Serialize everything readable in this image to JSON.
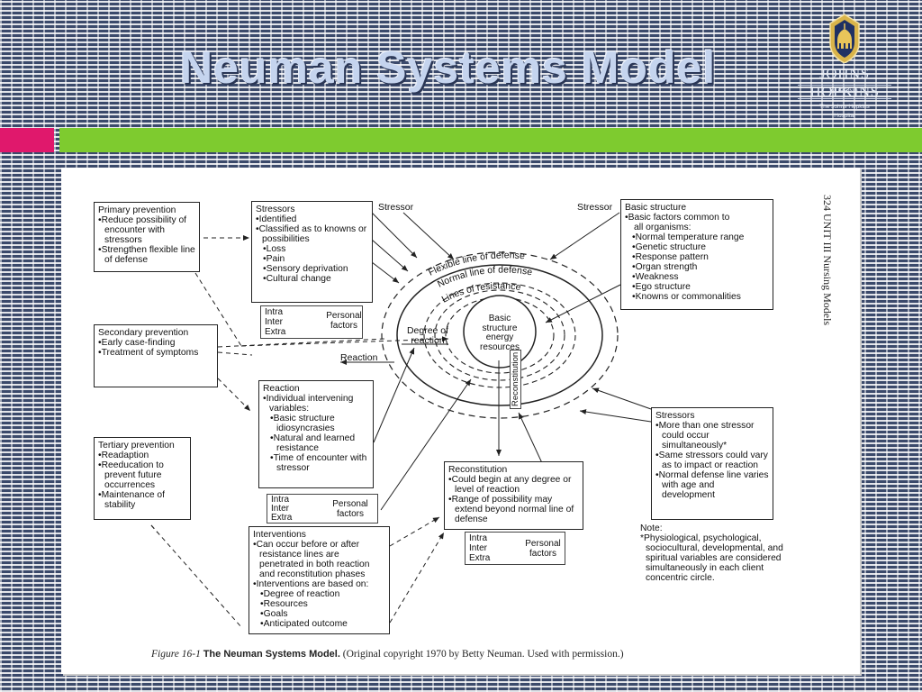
{
  "slide": {
    "title": "Neuman Systems Model",
    "logo": {
      "wordmark": "JOHNS HOPKINS",
      "line1": "NURSING",
      "line2": "The Johns Hopkins",
      "line3": "Hospital",
      "icon": "dome-seal-icon"
    },
    "colors": {
      "accent_pink": "#e0186c",
      "accent_green": "#7ecb2f",
      "title": "#c5d4ee"
    }
  },
  "figure": {
    "page_header": "324   UNIT III  Nursing Models",
    "caption_label": "Figure 16-1",
    "caption_title": "The Neuman Systems Model.",
    "caption_text": "(Original copyright 1970 by Betty Neuman. Used with permission.)",
    "primary": {
      "title": "Primary prevention",
      "items": [
        "•Reduce possibility of encounter with stressors",
        "•Strengthen flexible line of defense"
      ]
    },
    "secondary": {
      "title": "Secondary prevention",
      "items": [
        "•Early case-finding",
        "•Treatment of symptoms"
      ]
    },
    "tertiary": {
      "title": "Tertiary prevention",
      "items": [
        "•Readaption",
        "•Reeducation to prevent future occurrences",
        "•Maintenance of stability"
      ]
    },
    "stressors_left": {
      "title": "Stressors",
      "items": [
        "•Identified",
        "•Classified as to knowns or possibilities"
      ],
      "subitems": [
        "•Loss",
        "•Pain",
        "•Sensory deprivation",
        "•Cultural change"
      ]
    },
    "reaction_box": {
      "title": "Reaction",
      "items": [
        "•Individual intervening variables:"
      ],
      "subitems": [
        "•Basic structure idiosyncrasies",
        "•Natural and learned resistance",
        "•Time of encounter with stressor"
      ]
    },
    "interventions": {
      "title": "Interventions",
      "items": [
        "•Can occur before or after resistance lines are penetrated in both reaction and reconstitution phases",
        "•Interventions are based on:"
      ],
      "subitems": [
        "•Degree of reaction",
        "•Resources",
        "•Goals",
        "•Anticipated outcome"
      ]
    },
    "reconstitution_box": {
      "title": "Reconstitution",
      "items": [
        "•Could begin at any degree or level of reaction",
        "•Range of possibility may extend beyond normal line of defense"
      ]
    },
    "basic_structure": {
      "title": "Basic structure",
      "items": [
        "•Basic factors common to"
      ],
      "plain": "all organisms:",
      "subitems": [
        "•Normal temperature range",
        "•Genetic structure",
        "•Response pattern",
        "•Organ strength",
        "•Weakness",
        "•Ego structure",
        "•Knowns or commonalities"
      ]
    },
    "stressors_right": {
      "title": "Stressors",
      "items": [
        "•More than one stressor could occur simultaneously*",
        "•Same stressors could vary as to impact or reaction",
        "•Normal defense line varies with age and development"
      ]
    },
    "note": {
      "title": "Note:",
      "text": "*Physiological, psychological, sociocultural, developmental, and spiritual variables are considered simultaneously in each client concentric circle."
    },
    "personal_factors": {
      "intra": "Intra",
      "inter": "Inter",
      "extra": "Extra",
      "personal": "Personal",
      "factors": "factors"
    },
    "labels": {
      "stressor_left": "Stressor",
      "stressor_right": "Stressor",
      "flexible": "Flexible line of defense",
      "normal": "Normal line of defense",
      "resistance": "Lines of resistance",
      "core": [
        "Basic",
        "structure",
        "energy",
        "resources"
      ],
      "degree": [
        "Degree of",
        "reaction"
      ],
      "reaction": "Reaction",
      "reconstitution": "Reconstitution"
    }
  }
}
